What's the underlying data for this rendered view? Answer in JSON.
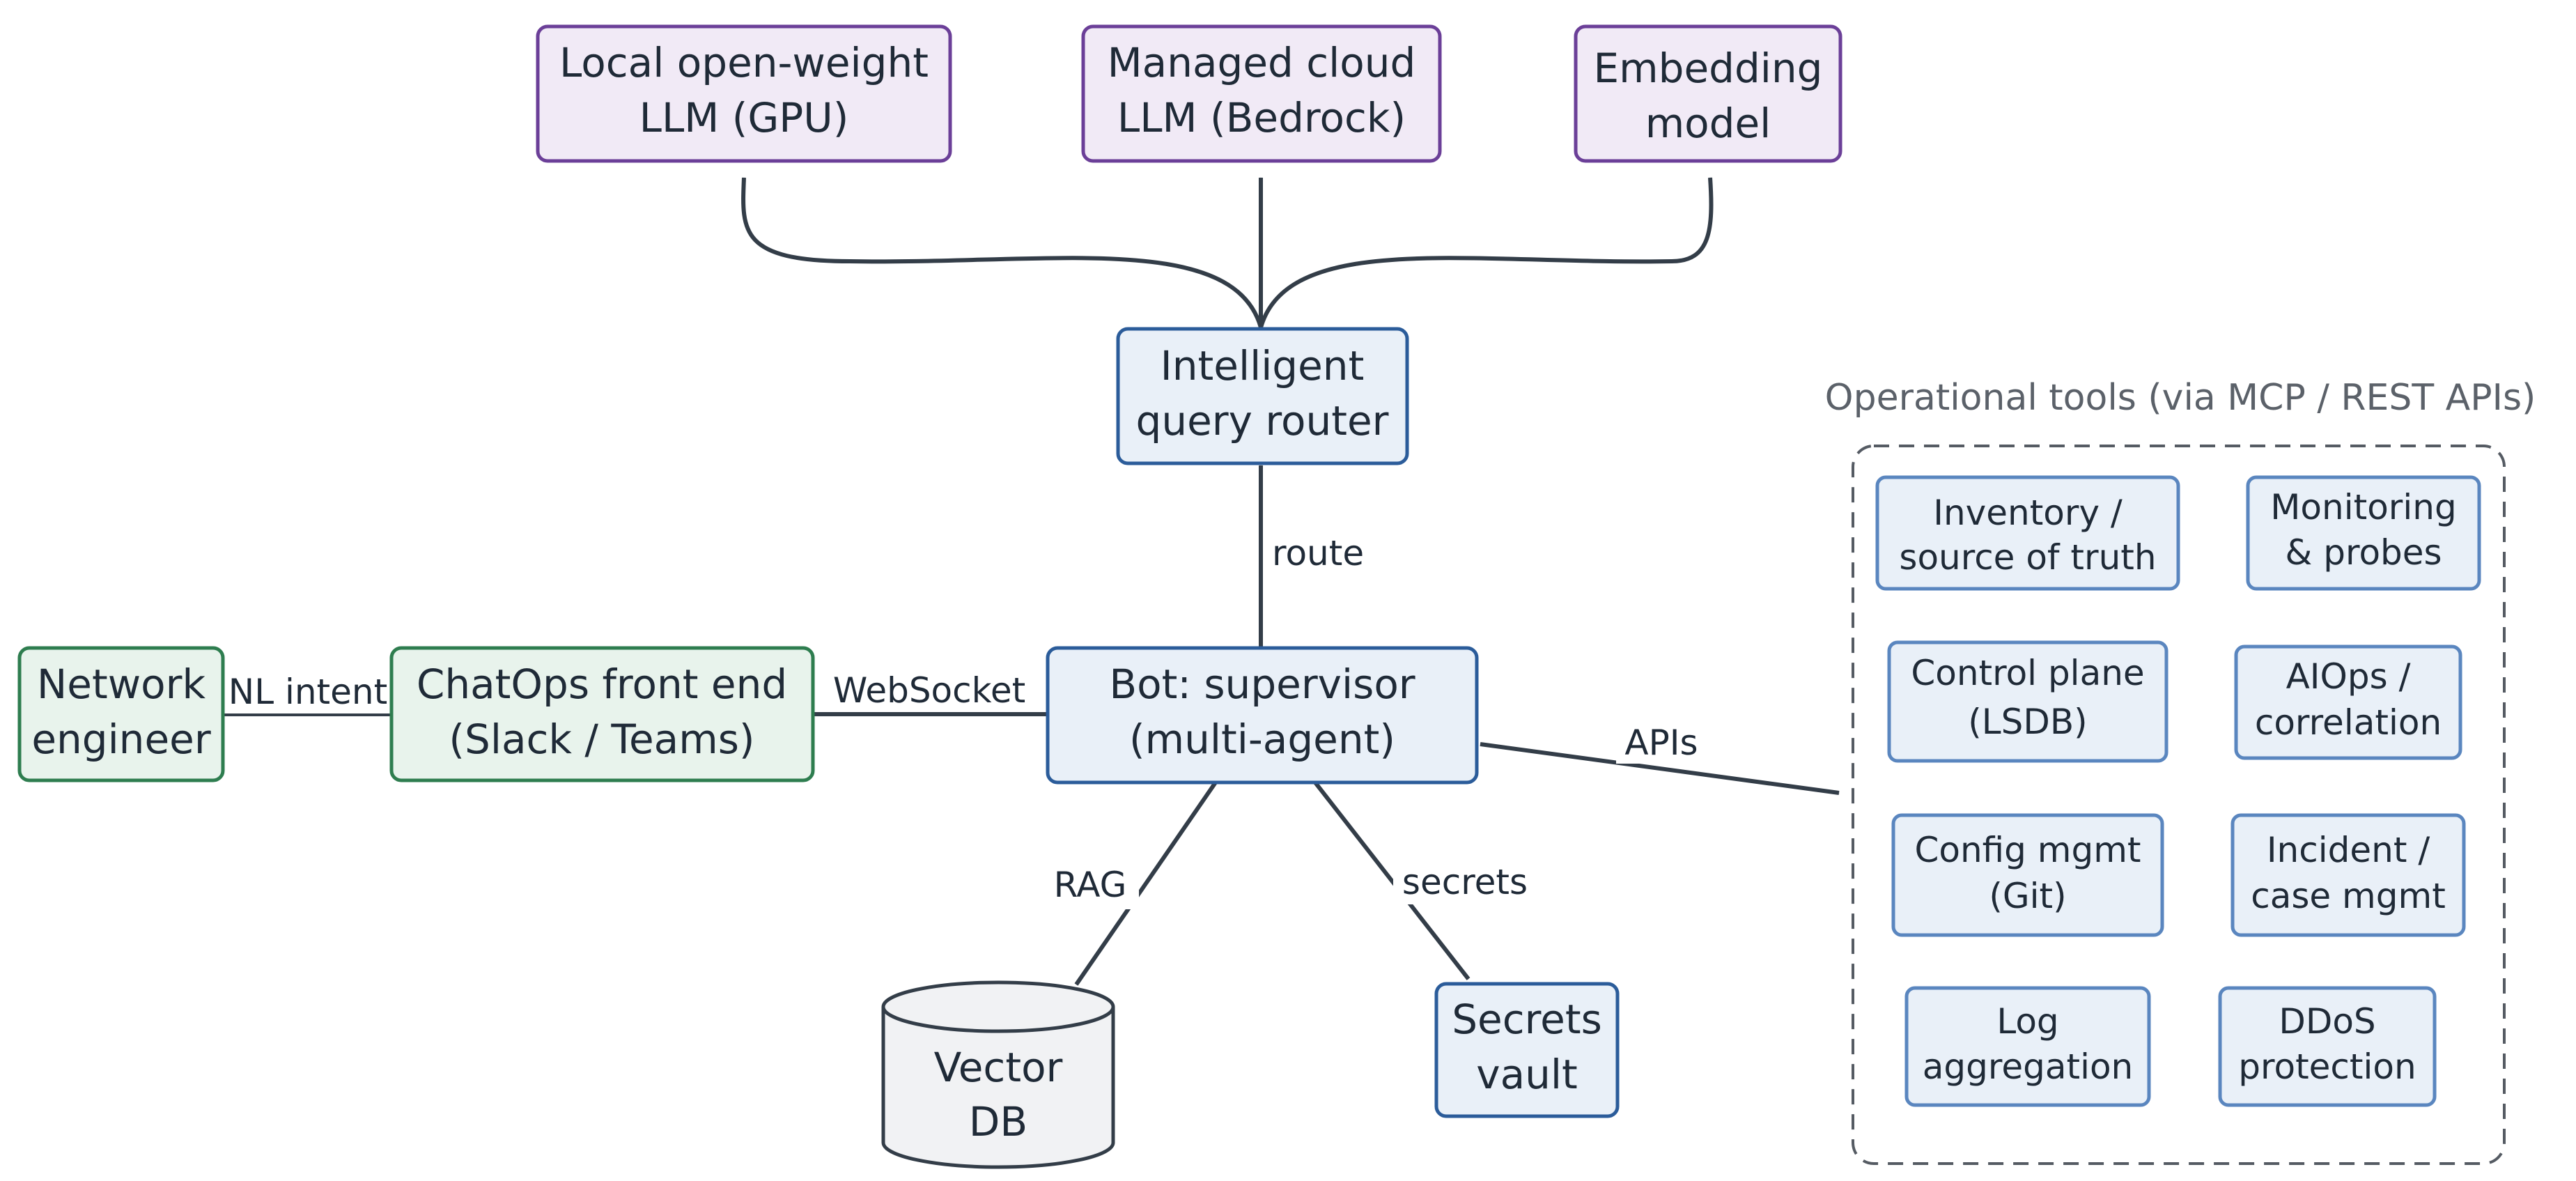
{
  "colors": {
    "green_fill": "#e8f3ec",
    "green_stroke": "#2e7d4f",
    "blue_fill": "#e9f0f8",
    "blue_stroke": "#2b5c9a",
    "tool_stroke": "#5a86bf",
    "purple_fill": "#f1eaf6",
    "purple_stroke": "#6b3f98",
    "gray_fill": "#f1f2f4",
    "gray_stroke": "#333d48",
    "edge": "#333d48"
  },
  "nodes": {
    "network_engineer": [
      "Network",
      "engineer"
    ],
    "chatops": [
      "ChatOps front end",
      "(Slack / Teams)"
    ],
    "bot": [
      "Bot: supervisor",
      "(multi-agent)"
    ],
    "router": [
      "Intelligent",
      "query router"
    ],
    "local_llm": [
      "Local open-weight",
      "LLM (GPU)"
    ],
    "cloud_llm": [
      "Managed cloud",
      "LLM (Bedrock)"
    ],
    "embedding": [
      "Embedding",
      "model"
    ],
    "vector_db": [
      "Vector",
      "DB"
    ],
    "secrets_vault": [
      "Secrets",
      "vault"
    ]
  },
  "edges": {
    "nl_intent": "NL intent",
    "websocket": "WebSocket",
    "route": "route",
    "apis": "APIs",
    "rag": "RAG",
    "secrets": "secrets"
  },
  "tools_group": {
    "title": "Operational tools (via MCP / REST APIs)",
    "inventory": [
      "Inventory /",
      "source of truth"
    ],
    "monitoring": [
      "Monitoring",
      "& probes"
    ],
    "control_plane": [
      "Control plane",
      "(LSDB)"
    ],
    "aiops": [
      "AIOps /",
      "correlation"
    ],
    "config_mgmt": [
      "Config mgmt",
      "(Git)"
    ],
    "incident": [
      "Incident /",
      "case mgmt"
    ],
    "log_aggregation": [
      "Log",
      "aggregation"
    ],
    "ddos": [
      "DDoS",
      "protection"
    ]
  }
}
